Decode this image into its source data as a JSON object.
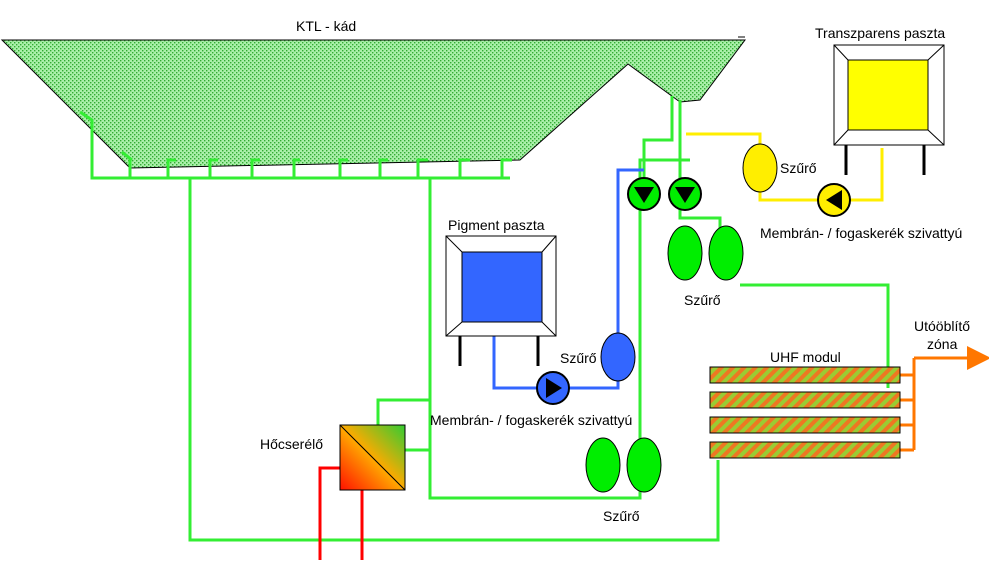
{
  "labels": {
    "tank": "KTL - kád",
    "transparent_paste": "Transzparens paszta",
    "pigment_paste": "Pigment paszta",
    "filter_yellow": "Szűrő",
    "filter_blue": "Szűrő",
    "filter_upper_green": "Szűrő",
    "filter_lower_green": "Szűrő",
    "pump_right": "Membrán- / fogaskerék szivattyú",
    "pump_center": "Membrán- / fogaskerék szivattyú",
    "uhf_module": "UHF modul",
    "rinse_zone_line1": "Utóöblítő",
    "rinse_zone_line2": "zóna",
    "heat_exchanger": "Hőcserélő"
  },
  "colors": {
    "green_line": "#33ee33",
    "blue_line": "#3366ff",
    "yellow_line": "#ffff00",
    "orange_line": "#ff7700",
    "red_line": "#ff0000",
    "tank_fill": "#99ee99",
    "filter_green": "#00ee00",
    "filter_blue": "#3366ff",
    "filter_yellow": "#ffee00"
  }
}
